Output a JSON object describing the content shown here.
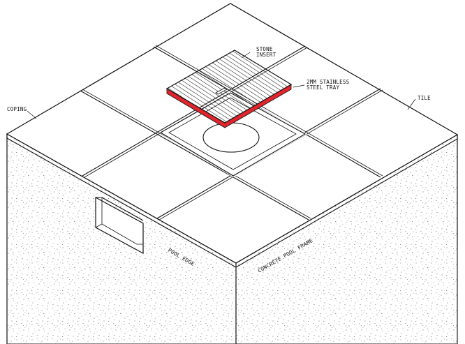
{
  "labels": {
    "stone_insert_1": "STONE",
    "stone_insert_2": "INSERT",
    "tray_1": "2MM STAINLESS",
    "tray_2": "STEEL TRAY",
    "coping": "COPING",
    "tile": "TILE",
    "pool_edge": "POOL EDGE",
    "concrete_frame": "CONCRETE POOL FRAME"
  },
  "colors": {
    "line": "#111111",
    "tray_edge": "#e0262c",
    "concrete_speckle": "#444444",
    "background": "#ffffff"
  },
  "icons": {
    "handle": "lift-slot-icon"
  }
}
